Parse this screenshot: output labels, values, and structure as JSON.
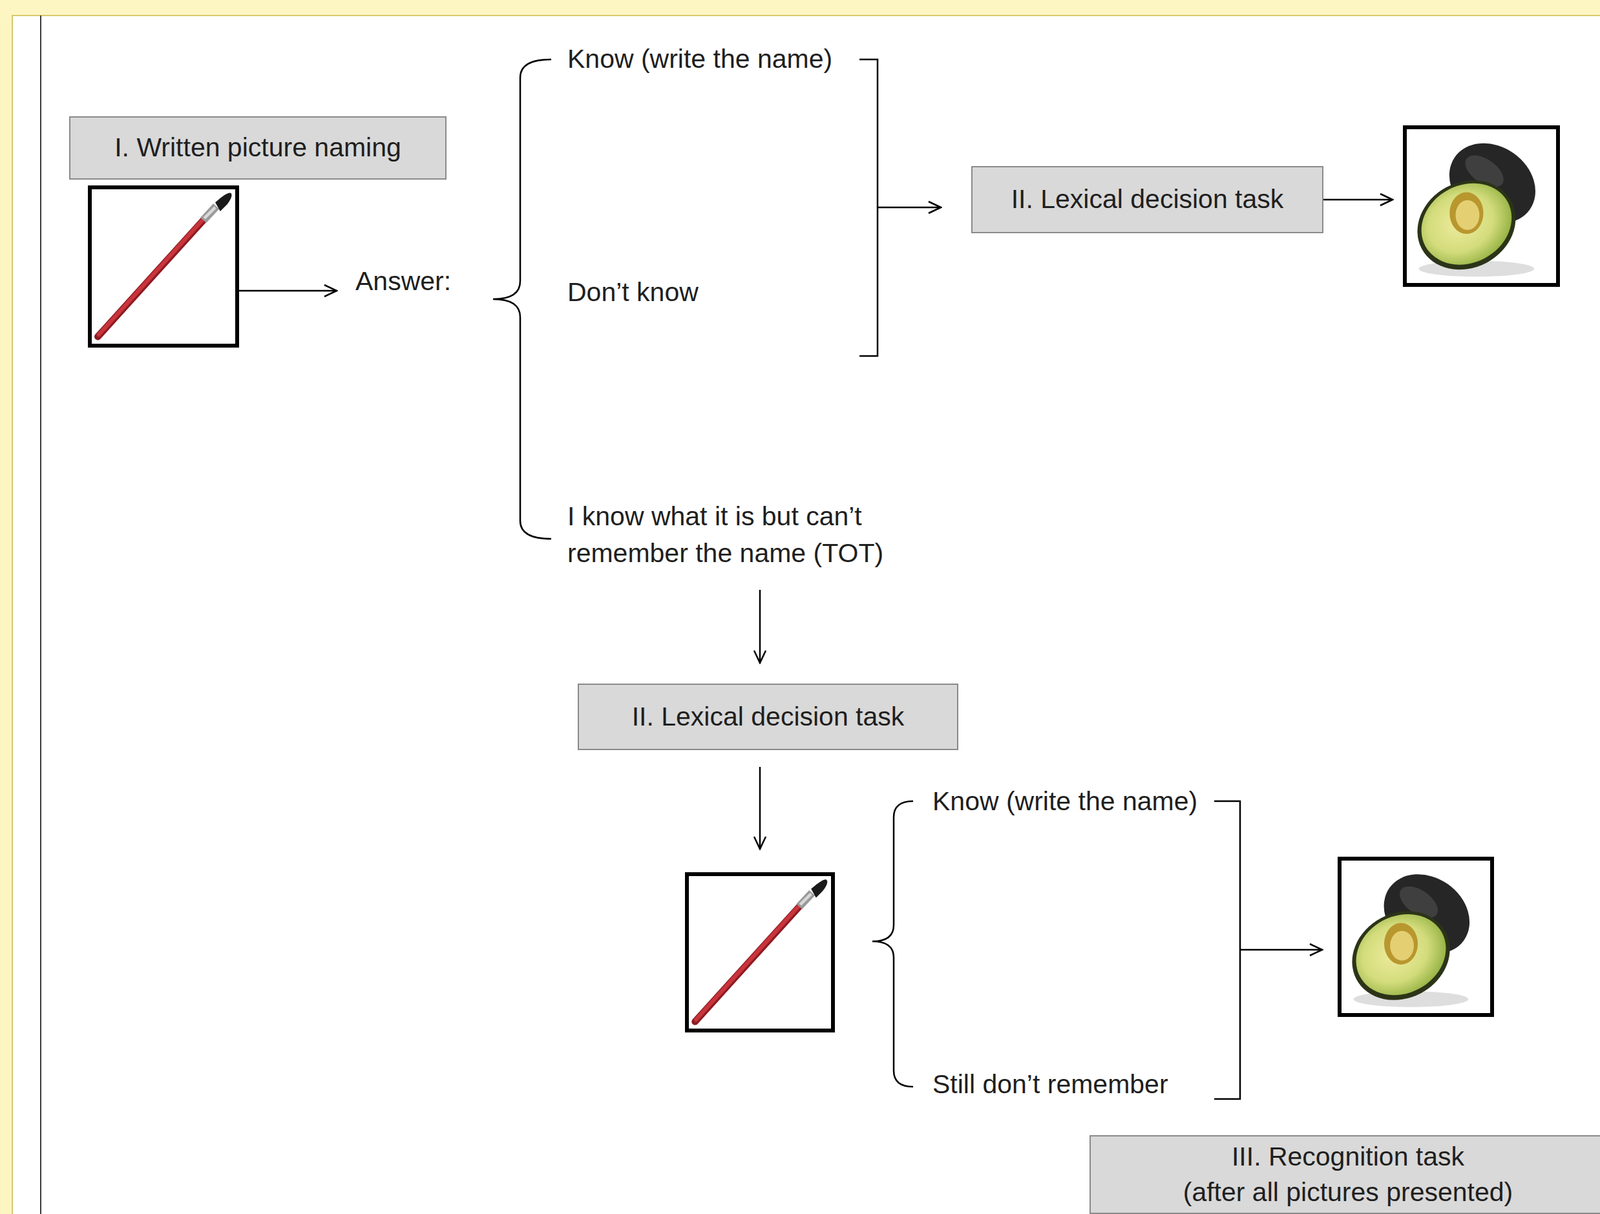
{
  "diagram": {
    "nodes": [
      {
        "text": [
          "I. Written picture naming"
        ]
      },
      {
        "text": [
          "II. Lexical decision task"
        ]
      },
      {
        "text": [
          "II. Lexical decision task"
        ]
      },
      {
        "text": [
          "III. Recognition task",
          "(after all pictures presented)"
        ]
      }
    ],
    "labels": [
      "Answer:",
      "Know (write the name)",
      "Don’t know",
      "I know what it is but can’t remember the name (TOT)",
      "Know (write the name)",
      "Still don’t remember"
    ]
  }
}
